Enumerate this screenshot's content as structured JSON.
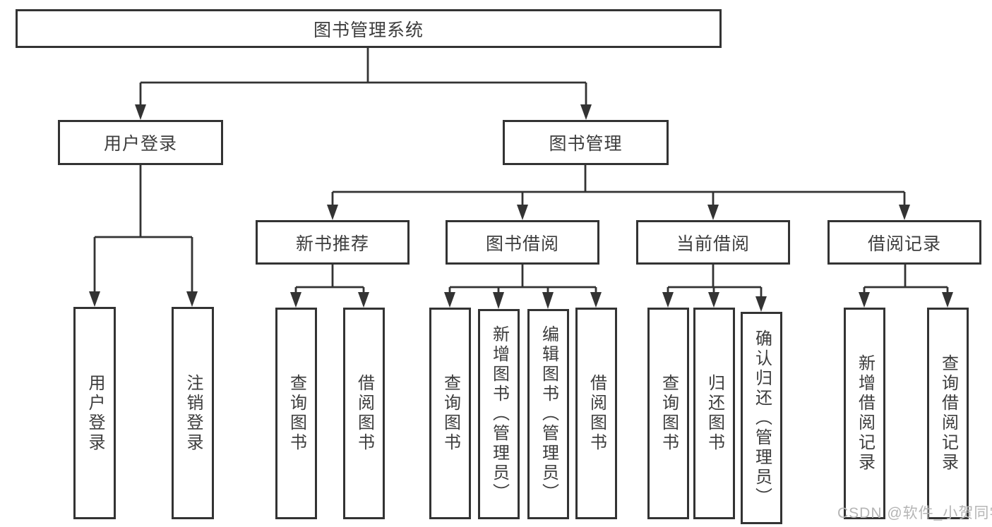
{
  "tree": {
    "root": "图书管理系统",
    "branch_user_login": {
      "label": "用户登录",
      "children": [
        "用户登录",
        "注销登录"
      ]
    },
    "branch_book_management": {
      "label": "图书管理",
      "sections": [
        {
          "label": "新书推荐",
          "children": [
            "查询图书",
            "借阅图书"
          ]
        },
        {
          "label": "图书借阅",
          "children": [
            "查询图书",
            "新增图书（管理员）",
            "编辑图书（管理员）",
            "借阅图书"
          ]
        },
        {
          "label": "当前借阅",
          "children": [
            "查询图书",
            "归还图书",
            "确认归还（管理员）"
          ]
        },
        {
          "label": "借阅记录",
          "children": [
            "新增借阅记录",
            "查询借阅记录"
          ]
        }
      ]
    }
  },
  "watermark": "CSDN @软件_小贺同学",
  "colors": {
    "line": "#333333",
    "text": "#3d3d3d",
    "background": "#ffffff",
    "watermark": "#b5b5b5"
  }
}
